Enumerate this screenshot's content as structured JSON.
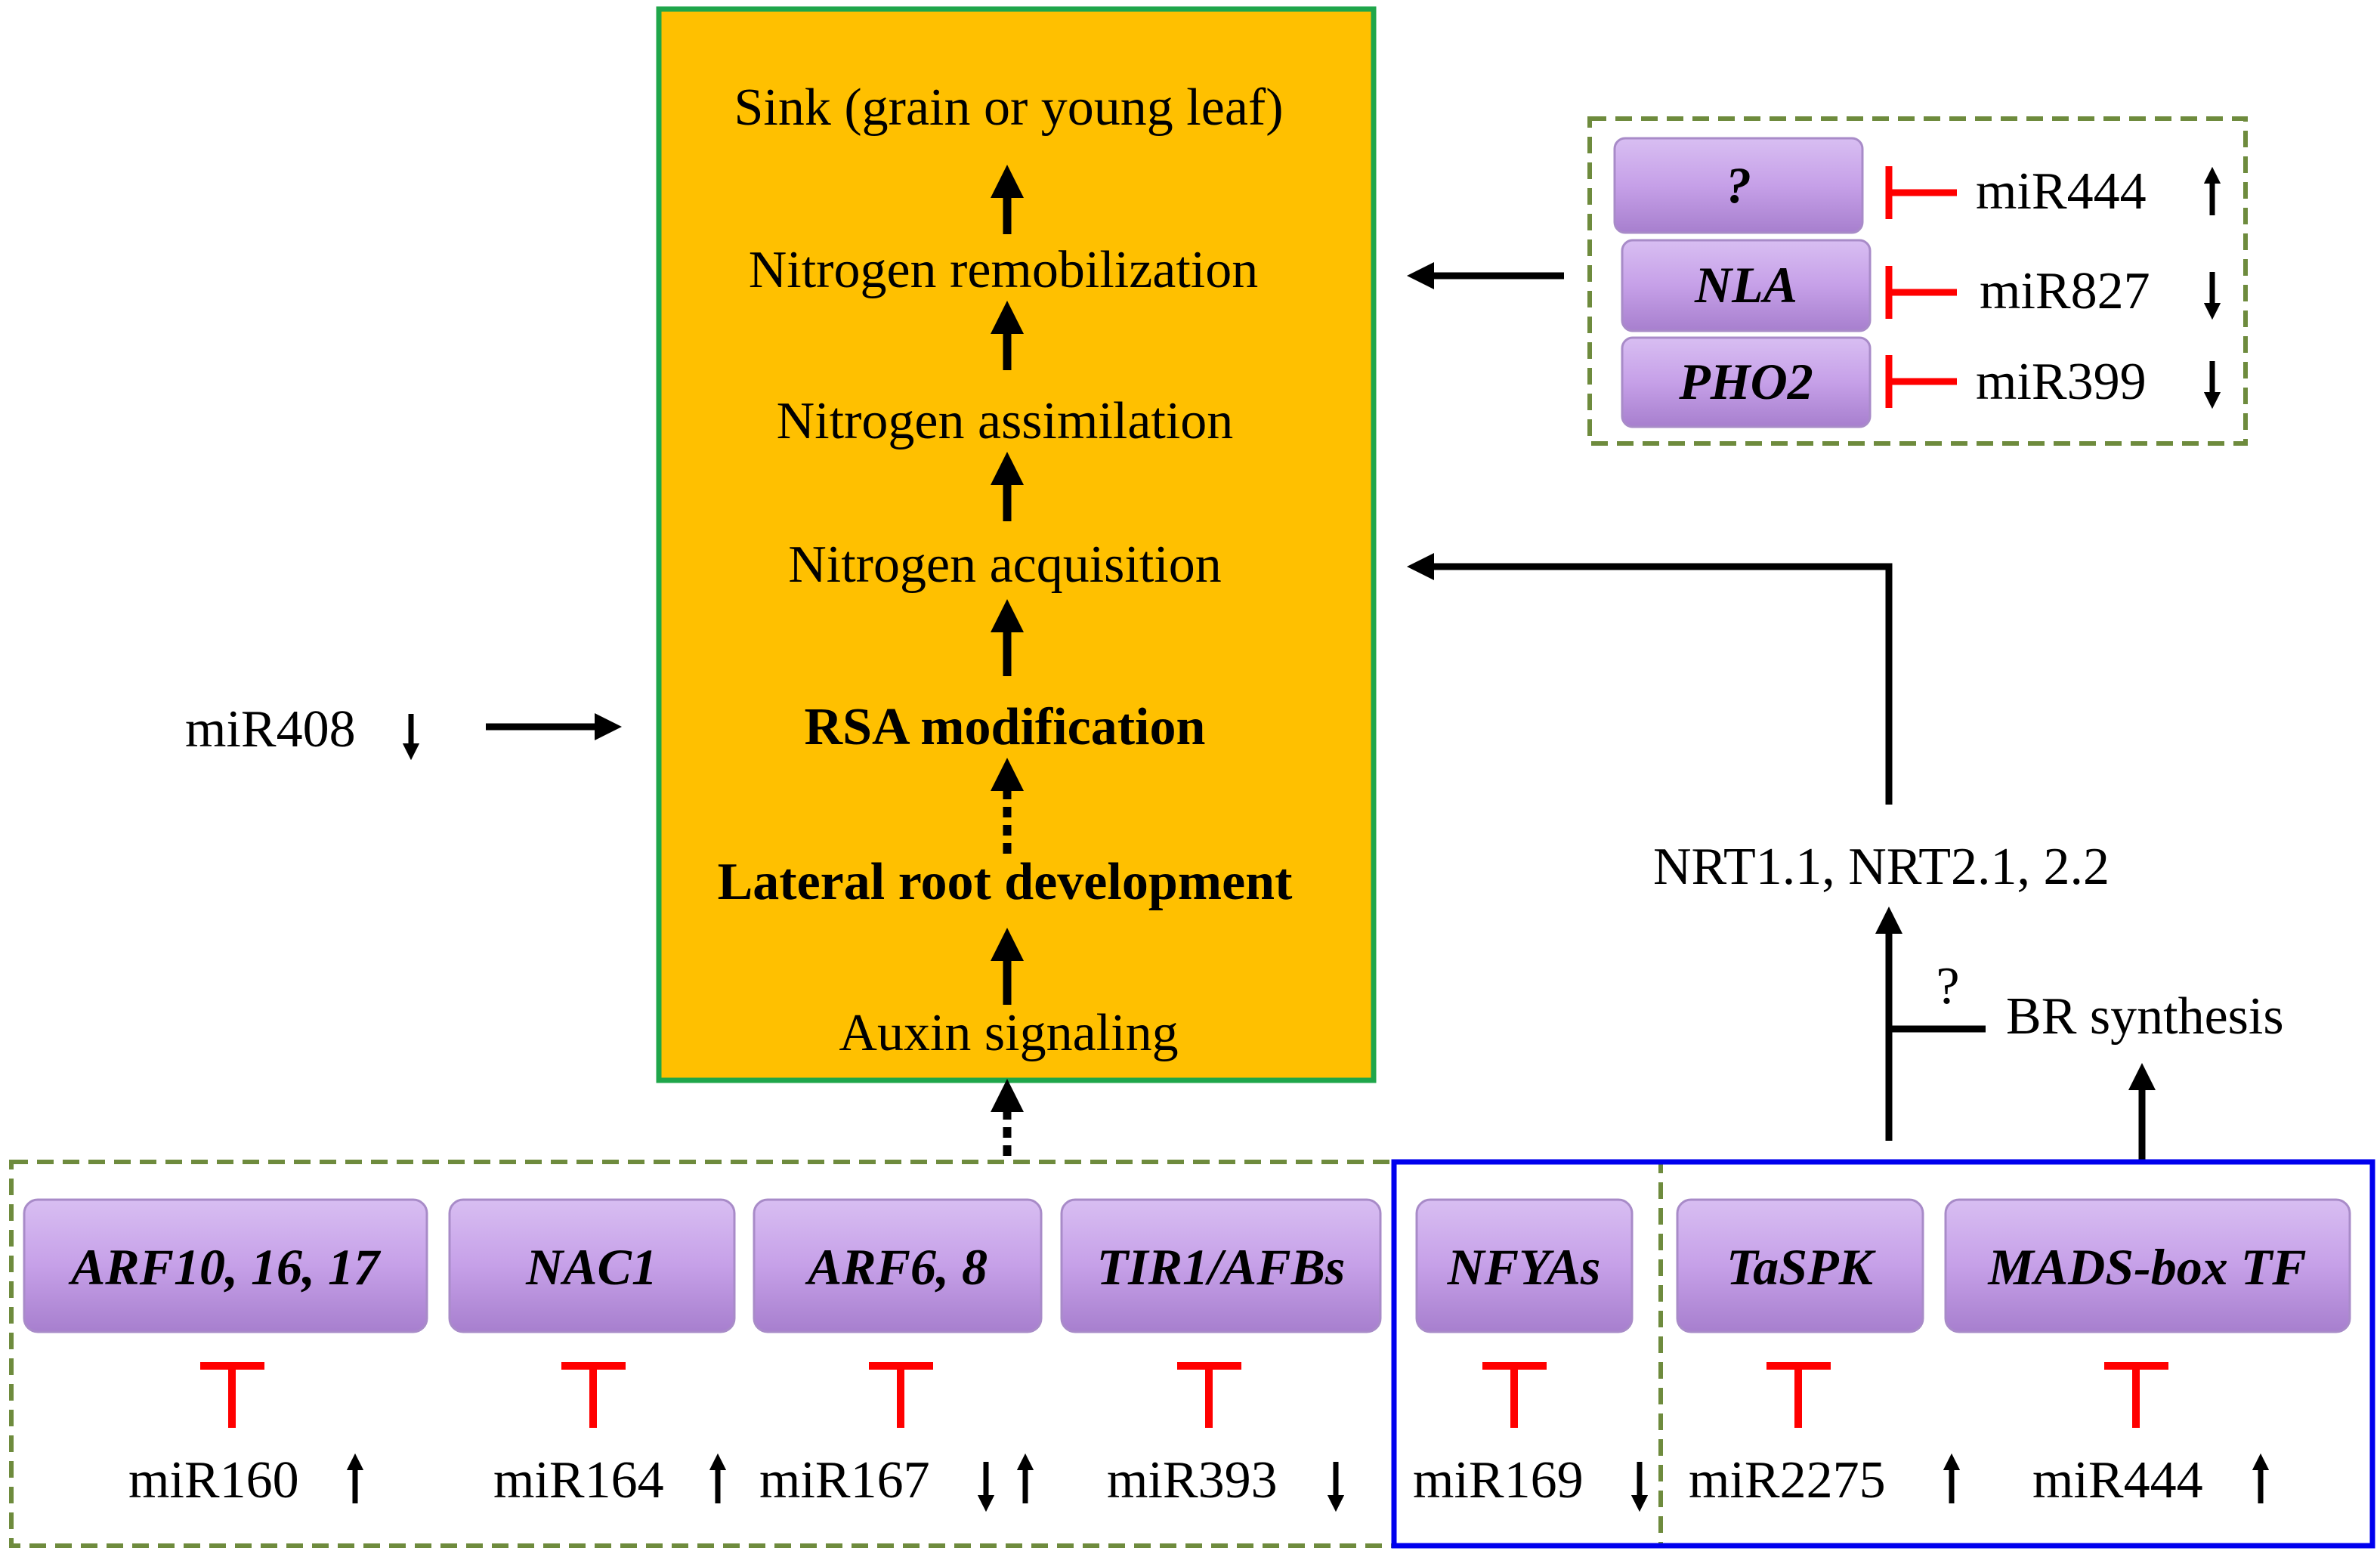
{
  "colors": {
    "pathway_fill": "#FFC000",
    "pathway_border": "#1FA64A",
    "gene_box_fill": "#C6A0E8",
    "inhibition": "#FF0000",
    "group_dash": "#6E8B3D",
    "nfya_group": "#0000EE"
  },
  "pathway": {
    "steps": [
      "Sink (grain or young leaf)",
      "Nitrogen remobilization",
      "Nitrogen assimilation",
      "Nitrogen acquisition",
      "RSA modification",
      "Lateral root development",
      "Auxin signaling"
    ]
  },
  "left_regulator": {
    "mirna": "miR408",
    "trend": "down"
  },
  "top_right_group": {
    "items": [
      {
        "gene": "?",
        "mirna": "miR444",
        "trend": "up"
      },
      {
        "gene": "NLA",
        "mirna": "miR827",
        "trend": "down"
      },
      {
        "gene": "PHO2",
        "mirna": "miR399",
        "trend": "down"
      }
    ]
  },
  "transporters": {
    "label": "NRT1.1, NRT2.1, 2.2"
  },
  "br_synthesis": {
    "label": "BR synthesis",
    "question": "?"
  },
  "bottom_genes": [
    {
      "gene": "ARF10, 16,  17",
      "mirna": "miR160",
      "trend": "up"
    },
    {
      "gene": "NAC1",
      "mirna": "miR164",
      "trend": "up"
    },
    {
      "gene": "ARF6, 8",
      "mirna": "miR167",
      "trend": "down-up"
    },
    {
      "gene": "TIR1/AFBs",
      "mirna": "miR393",
      "trend": "down"
    },
    {
      "gene": "NFYAs",
      "mirna": "miR169",
      "trend": "down"
    },
    {
      "gene": "TaSPK",
      "mirna": "miR2275",
      "trend": "up"
    },
    {
      "gene": "MADS-box TF",
      "mirna": "miR444",
      "trend": "up"
    }
  ],
  "icons": [
    "up-arrow-icon",
    "down-arrow-icon",
    "inhibition-t-icon",
    "inhibition-bar-icon"
  ]
}
